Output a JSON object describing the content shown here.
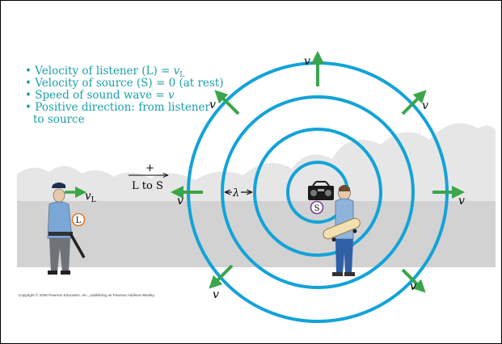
{
  "legend": {
    "items": [
      {
        "text": "Velocity of listener (L) = ",
        "var": "v",
        "sub": "L"
      },
      {
        "text": "Velocity of source (S) = 0 (at rest)"
      },
      {
        "text": "Speed of sound wave = ",
        "var": "v"
      },
      {
        "text": "Positive direction: from listener",
        "cont": "to source"
      }
    ]
  },
  "direction": {
    "sign": "+",
    "label": "L to S"
  },
  "wavelength_label": "λ",
  "listener": {
    "label": "L",
    "velocity_var": "v",
    "velocity_sub": "L"
  },
  "source": {
    "label": "S"
  },
  "wave_velocity_var": "v",
  "copyright": "Copyright © 2008 Pearson Education, Inc., publishing as Pearson Addison-Wesley.",
  "colors": {
    "legend_text": "#1aa0a8",
    "wavefront": "#12a3d8",
    "arrow": "#3aa54a",
    "sky_clouds": "#e6e6e6",
    "ground": "#d2d2d2"
  }
}
